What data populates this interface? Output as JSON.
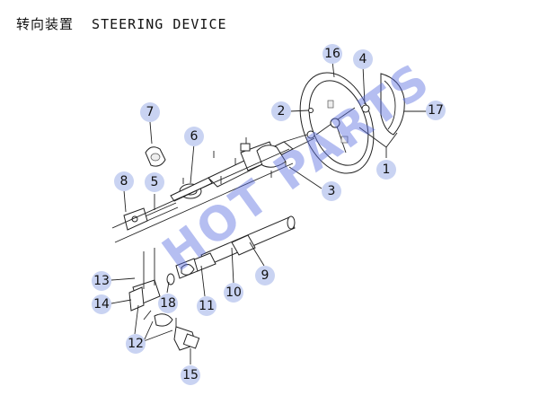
{
  "title": "转向装置  STEERING DEVICE",
  "watermark": "HOT PARTS",
  "colors": {
    "callout_fill": "#c9d3f2",
    "watermark": "#5b6fe0",
    "lines": "#222222"
  },
  "callouts": [
    "1",
    "2",
    "3",
    "4",
    "5",
    "6",
    "7",
    "8",
    "9",
    "10",
    "11",
    "12",
    "13",
    "14",
    "15",
    "16",
    "17",
    "18"
  ]
}
